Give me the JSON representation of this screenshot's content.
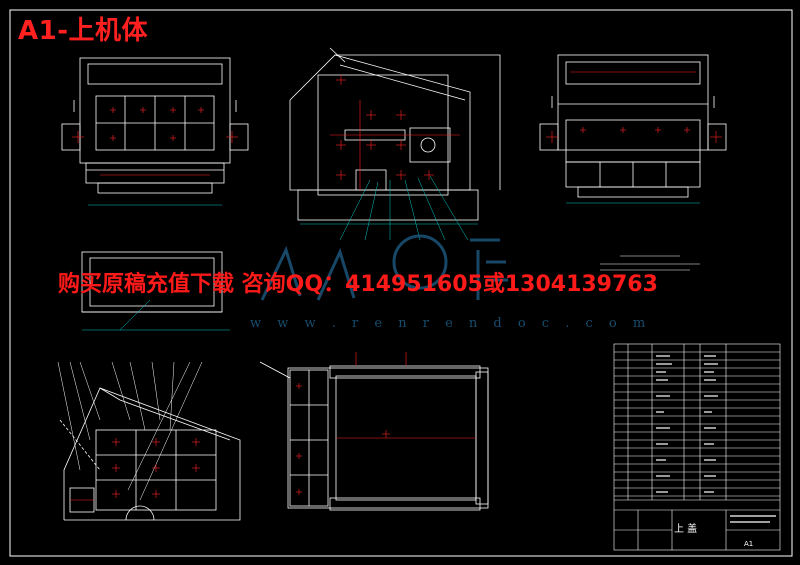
{
  "drawing": {
    "title": "A1-上机体",
    "promo": "购买原稿充值下载 咨询QQ：414951605或1304139763",
    "watermark_url": "w w w . r e n r e n d o c . c o m",
    "title_block": {
      "name": "上 盖",
      "sheet": "A1"
    },
    "colors": {
      "background": "#000000",
      "lines": "#ffffff",
      "centerlines": "#ff2020",
      "dimensions": "#00c8c8",
      "watermark": "#1d5a82"
    }
  }
}
